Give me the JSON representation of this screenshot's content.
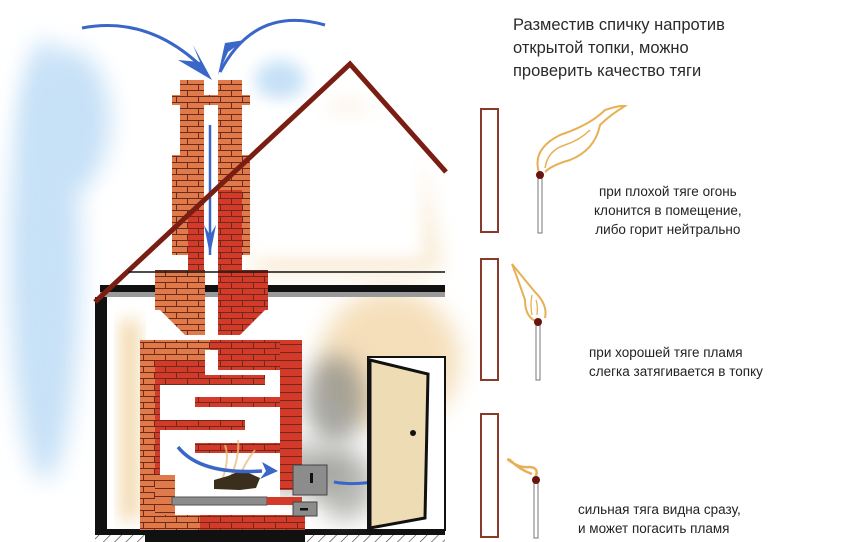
{
  "title": "Разместив спичку напротив\nоткрытой топки, можно\nпроверить качество тяги",
  "draft_cases": [
    {
      "name": "poor-draft",
      "caption": "при плохой тяге огонь\nклонится в помещение,\nлибо горит нейтрально"
    },
    {
      "name": "good-draft",
      "caption": "при хорошей тяге пламя\nслегка затягивается в топку"
    },
    {
      "name": "strong-draft",
      "caption": "сильная тяга видна сразу,\nи может погасить пламя"
    }
  ],
  "colors": {
    "brick_light": "#e07a4a",
    "brick_dark": "#d43a2a",
    "mortar": "#6b2a1a",
    "roof": "#7a1e14",
    "sky": "#c7e1f7",
    "warm_glow": "#f4dcb4",
    "arrow": "#3a66c8",
    "flame": "#e8b055",
    "match_head": "#6a1410",
    "door": "#eedcb5",
    "smoke": "#8a8a84",
    "metal": "#8c8c8c"
  }
}
